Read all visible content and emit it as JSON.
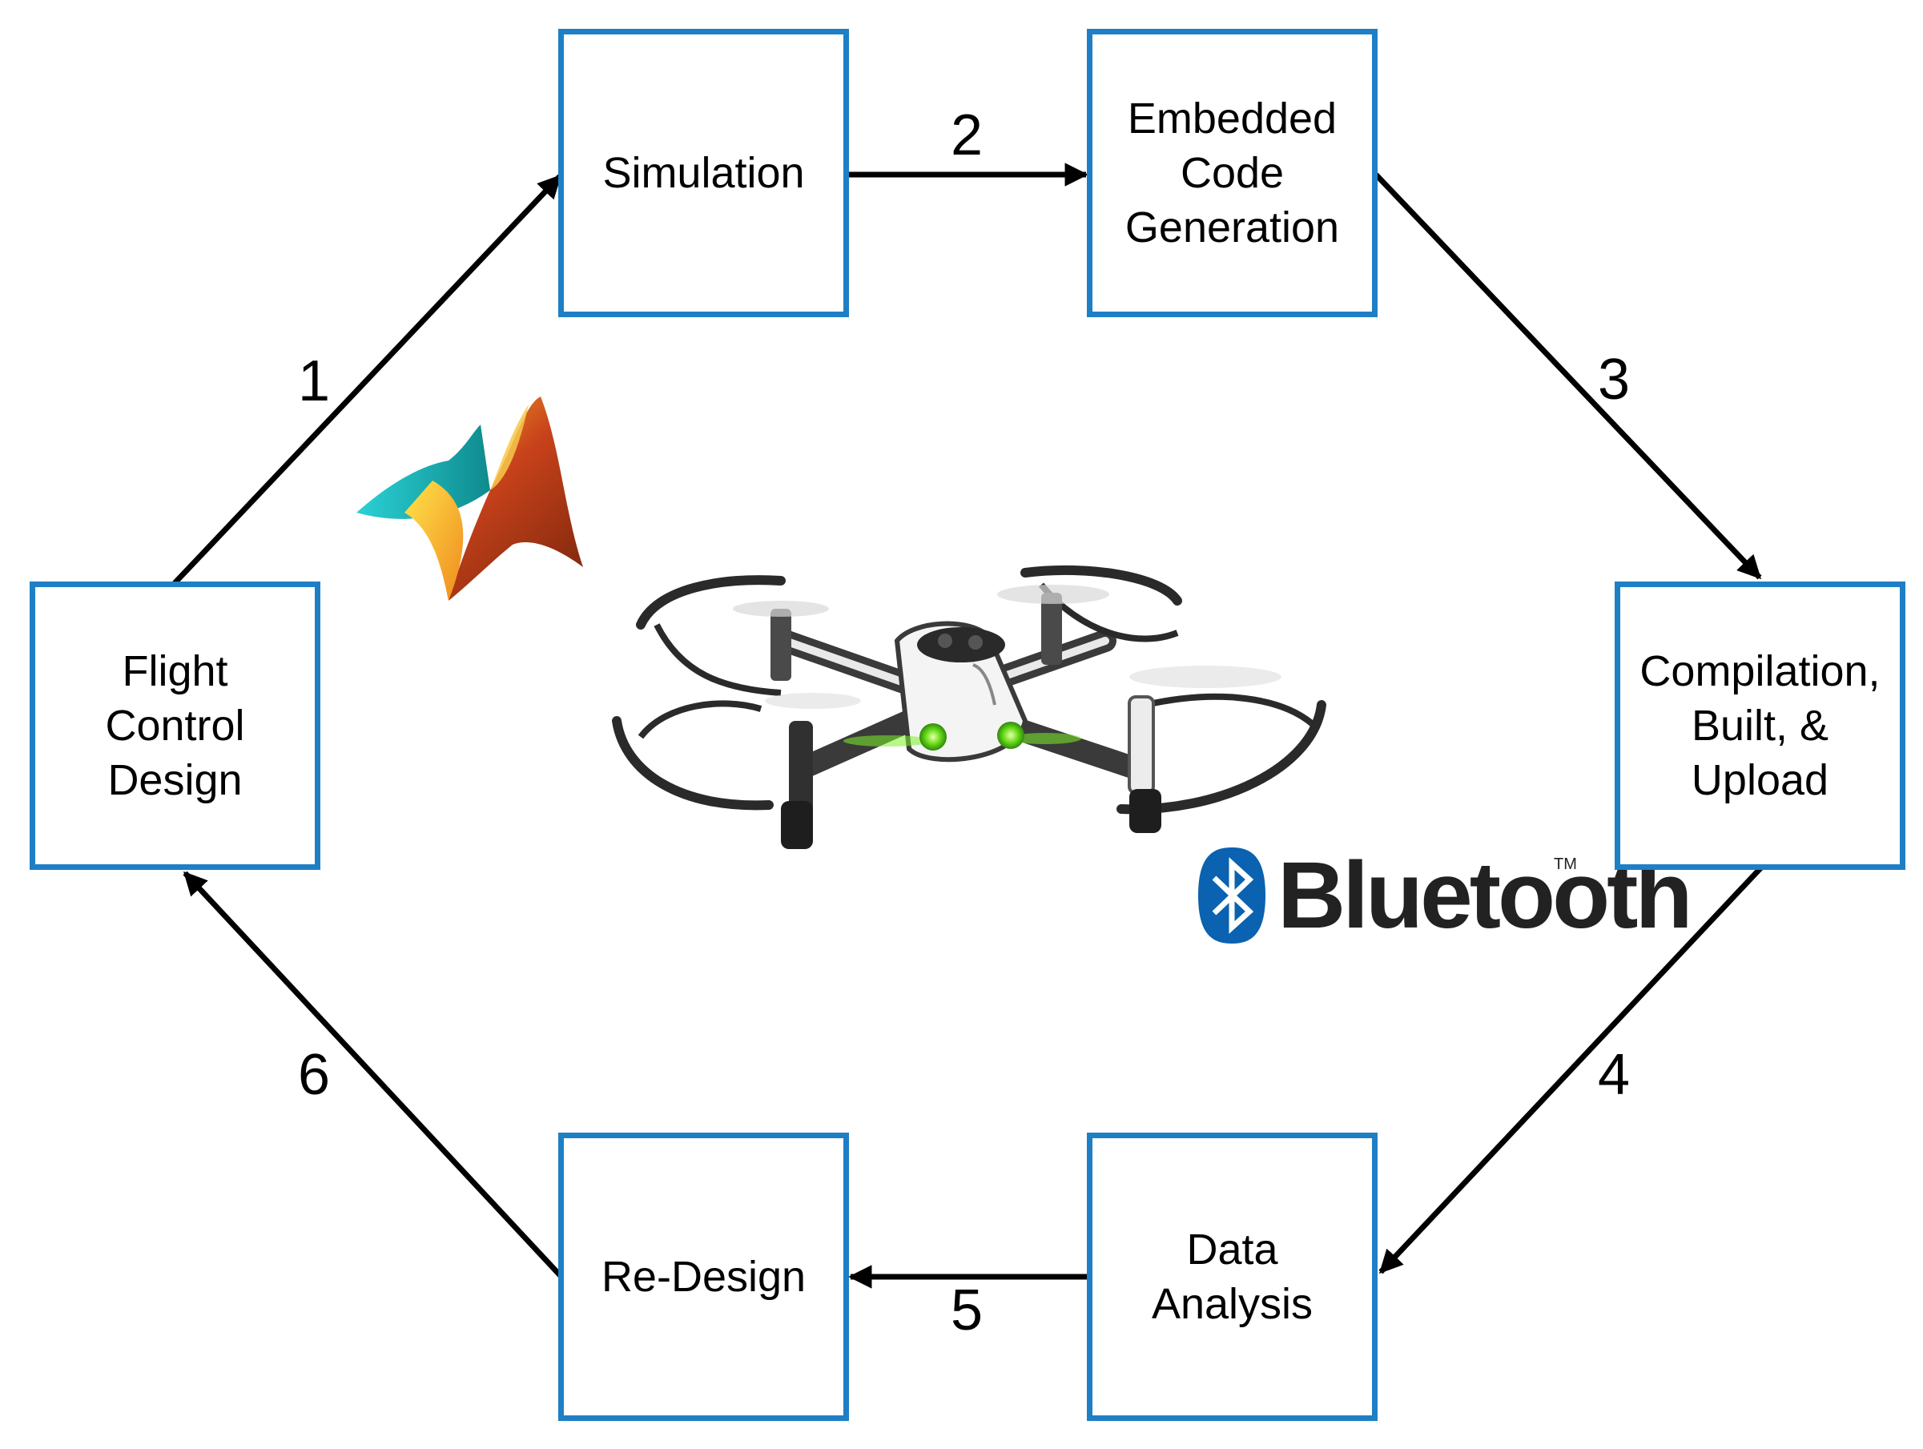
{
  "steps": {
    "flight_control_design": {
      "label": "Flight\nControl\nDesign"
    },
    "simulation": {
      "label": "Simulation"
    },
    "embedded_code_generation": {
      "label": "Embedded\nCode\nGeneration"
    },
    "compilation_built_upload": {
      "label": "Compilation,\nBuilt, &\nUpload"
    },
    "data_analysis": {
      "label": "Data\nAnalysis"
    },
    "re_design": {
      "label": "Re-Design"
    }
  },
  "arrow_numbers": [
    "1",
    "2",
    "3",
    "4",
    "5",
    "6"
  ],
  "logos": {
    "software_logo": "matlab-membrane-logo",
    "bluetooth": {
      "word": "Bluetooth",
      "tm": "TM"
    }
  },
  "illustration": "minidrone-with-propeller-guards",
  "colors": {
    "box_border": "#1f7fc5",
    "arrow": "#000000",
    "bluetooth_blue": "#0a62b0"
  }
}
